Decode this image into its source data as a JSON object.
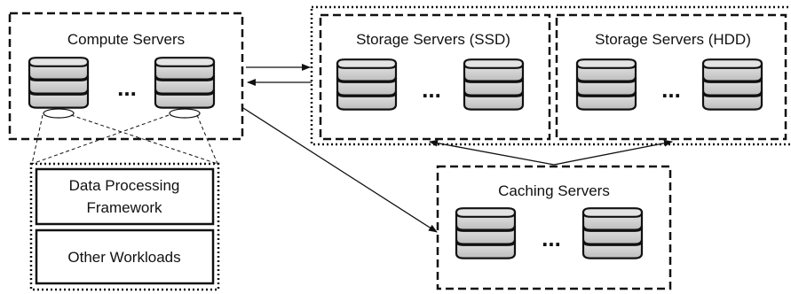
{
  "groups": {
    "compute": {
      "title": "Compute Servers"
    },
    "storage_ssd": {
      "title": "Storage Servers (SSD)"
    },
    "storage_hdd": {
      "title": "Storage Servers (HDD)"
    },
    "caching": {
      "title": "Caching Servers"
    }
  },
  "workloads": {
    "data_processing": {
      "line1": "Data Processing",
      "line2": "Framework"
    },
    "other": {
      "label": "Other Workloads"
    }
  },
  "ellipsis": "...",
  "icons": [
    "server-stack-icon",
    "disk-icon",
    "arrow-icon"
  ]
}
